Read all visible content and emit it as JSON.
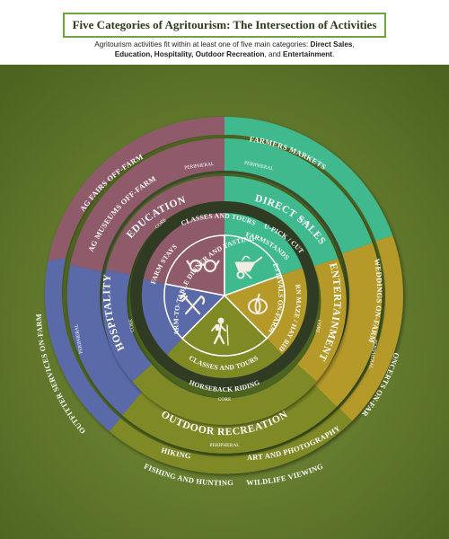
{
  "header": {
    "title": "Five Categories of Agritourism: The Intersection of Activities",
    "subtitle_intro": "Agritourism activities fit within at least one of five main categories: ",
    "subtitle_cat1": "Direct Sales",
    "subtitle_sep1": ", ",
    "subtitle_cat2": "Education, Hospitality, Outdoor Recreation",
    "subtitle_sep2": ", and ",
    "subtitle_cat3": "Entertainment",
    "subtitle_end": "."
  },
  "colors": {
    "education": "#8f5a6a",
    "direct_sales": "#3fb98e",
    "entertainment": "#b59a2a",
    "outdoor_recreation": "#7f8a25",
    "hospitality": "#5a6aa8",
    "background": "#5f7a2a",
    "ring_dark": "#3a4a2a",
    "text_light": "#ffffff"
  },
  "categories": {
    "education": "EDUCATION",
    "direct_sales": "DIRECT SALES",
    "entertainment": "ENTERTAINMENT",
    "outdoor_recreation": "OUTDOOR RECREATION",
    "hospitality": "HOSPITALITY"
  },
  "ring_tags": {
    "core": "CORE",
    "peripheral": "PERIPHERAL"
  },
  "peripheral_activities": {
    "ag_fairs": "AG FAIRS OFF-FARM",
    "ag_museums": "AG MUSEUMS OFF-FARM",
    "farmers_markets": "FARMERS MARKETS",
    "outfitter": "OUTFITTER SERVICES ON-FARM",
    "weddings": "WEDDINGS ON-FARM",
    "concerts": "CONCERTS ON-FARM",
    "hiking": "HIKING",
    "art_photo": "ART AND PHOTOGRAPHY",
    "fishing": "FISHING AND HUNTING",
    "wildlife": "WILDLIFE VIEWING"
  },
  "core_activities": {
    "classes_tours_top": "CLASSES AND TOURS",
    "upick": "U-PICK / CUT",
    "farmstands": "FARMSTANDS",
    "farm_to_table": "FARM-TO-TABLE DINNER AND TASTINGS",
    "farm_stays": "FARM STAYS",
    "festivals": "FESTIVALS ON-FARM",
    "corn_maze": "CORN MAZE / HAY RIDES",
    "classes_tours_bottom": "CLASSES AND TOURS",
    "horseback": "HORSEBACK RIDING"
  },
  "icons": [
    "glasses-icon",
    "wheelbarrow-icon",
    "fork-knife-icon",
    "pumpkin-icon",
    "hiker-icon"
  ]
}
